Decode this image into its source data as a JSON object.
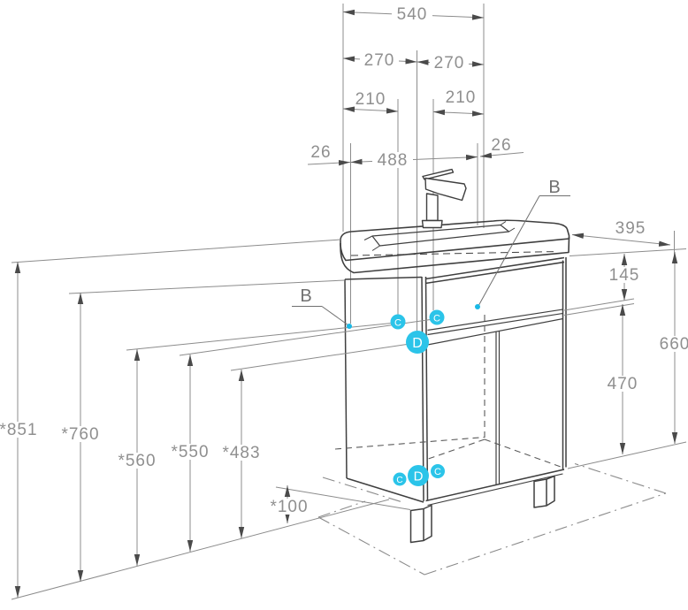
{
  "drawing": {
    "type": "technical-dimension-drawing",
    "subject": "bathroom vanity cabinet with washbasin and faucet",
    "accent_color": "#2bc4e9",
    "line_color": "#3f3f3f",
    "dim_color": "#8f8f8f"
  },
  "dims": {
    "width_total": "540",
    "half_left": "270",
    "half_right": "270",
    "hole_left": "210",
    "hole_right": "210",
    "edge_left": "26",
    "basin_width": "488",
    "edge_right": "26",
    "depth": "395",
    "apron_height": "145",
    "cabinet_height": "660",
    "door_height": "470",
    "h_total": "*851",
    "h_cabinet_top": "*760",
    "h_fitting_upper": "*560",
    "h_fitting_mid": "*550",
    "h_fitting_low": "*483",
    "h_legs": "*100"
  },
  "callouts": {
    "b_left": "B",
    "b_right": "B",
    "markers": [
      {
        "label": "C"
      },
      {
        "label": "C"
      },
      {
        "label": "D"
      },
      {
        "label": "C"
      },
      {
        "label": "D"
      },
      {
        "label": "C"
      }
    ]
  }
}
